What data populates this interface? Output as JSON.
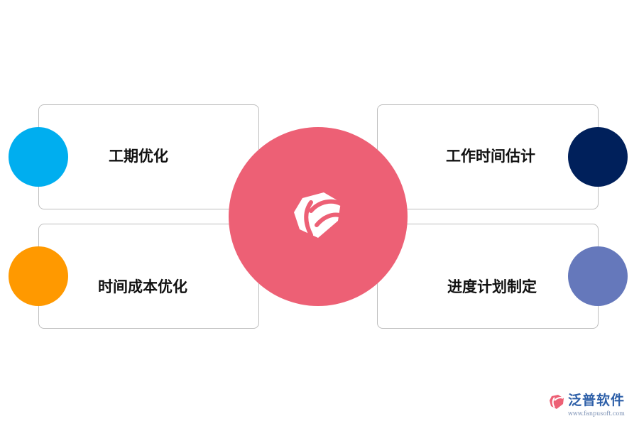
{
  "items": [
    {
      "label": "工期优化",
      "color": "#00aeef"
    },
    {
      "label": "时间成本优化",
      "color": "#ff9900"
    },
    {
      "label": "工作时间估计",
      "color": "#00205b"
    },
    {
      "label": "进度计划制定",
      "color": "#6578bb"
    }
  ],
  "hub": {
    "color": "#ed6075",
    "icon": "brand-logo-icon"
  },
  "watermark": {
    "name": "泛普软件",
    "url": "www.fanpusoft.com"
  }
}
